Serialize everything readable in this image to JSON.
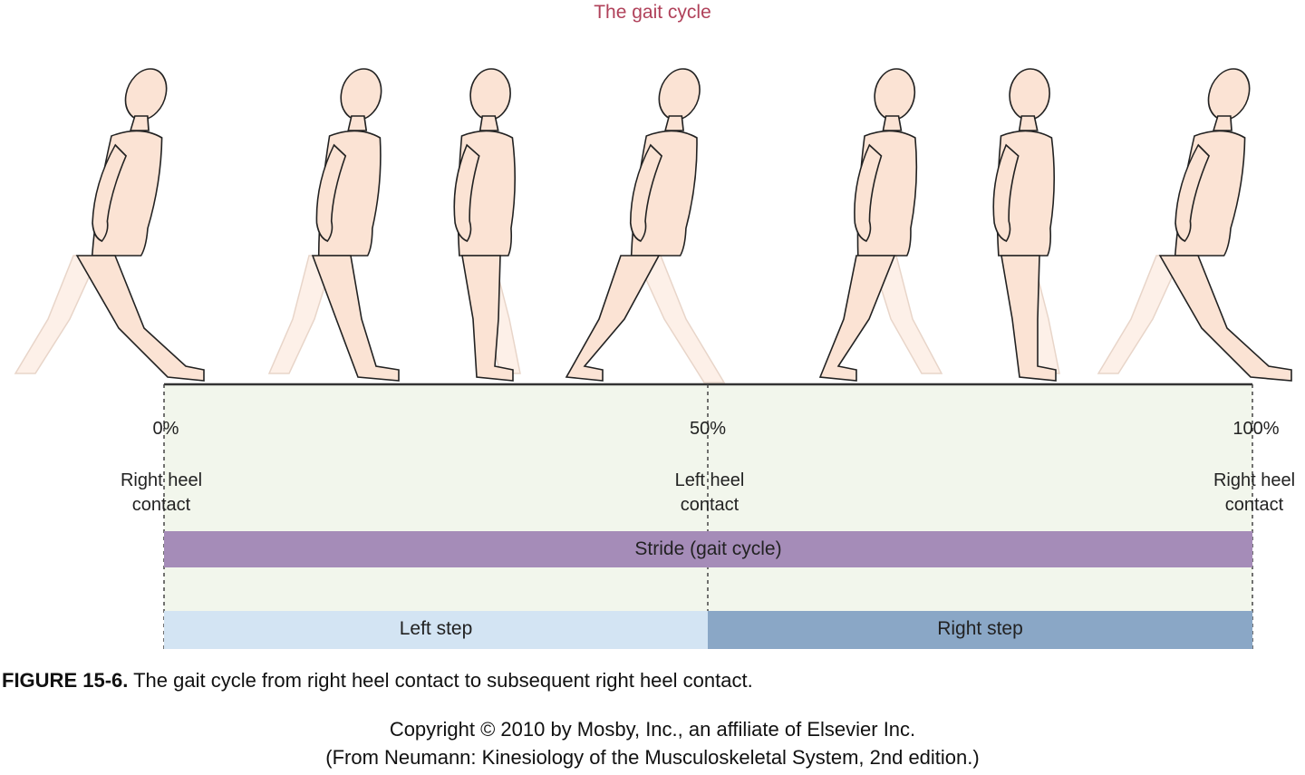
{
  "title": "The gait cycle",
  "ticks": [
    {
      "percent": "0%",
      "label_line1": "Right heel",
      "label_line2": "contact"
    },
    {
      "percent": "50%",
      "label_line1": "Left heel",
      "label_line2": "contact"
    },
    {
      "percent": "100%",
      "label_line1": "Right heel",
      "label_line2": "contact"
    }
  ],
  "bars": {
    "stride": "Stride (gait cycle)",
    "left_step": "Left step",
    "right_step": "Right step"
  },
  "caption": {
    "figure_number": "FIGURE  15-6.",
    "text": " The gait cycle from right heel contact to subsequent right heel contact."
  },
  "copyright": {
    "line1": "Copyright © 2010 by Mosby, Inc., an affiliate of Elsevier Inc.",
    "line2": "(From Neumann: Kinesiology of the Musculoskeletal System, 2nd edition.)"
  },
  "colors": {
    "figure_fill": "#fbe3d4",
    "figure_stroke": "#222222",
    "ghost_fill": "#fdf0e8",
    "timeline_bg": "#f2f6ec",
    "stride_bar": "#a58cb8",
    "left_step_bar": "#d3e4f3",
    "right_step_bar": "#8aa7c6",
    "title": "#b0415a"
  }
}
